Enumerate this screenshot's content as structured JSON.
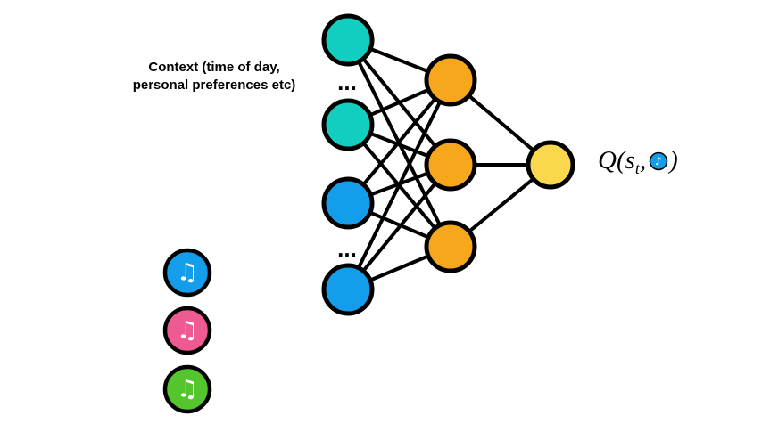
{
  "labels": {
    "context_line1": "Context (time of day,",
    "context_line2": "personal preferences etc)",
    "ellipsis": "...",
    "q_prefix": "Q(s",
    "q_subscript": "t",
    "q_comma": ",",
    "q_close": ")",
    "music_note": "♫",
    "small_music_note": "♪"
  },
  "colors": {
    "teal": "#12CEC1",
    "blue": "#149DEB",
    "orange": "#F6A71B",
    "yellow": "#F9D84D",
    "pink": "#EE5A92",
    "green": "#55C52E",
    "outline": "#000000",
    "note_white": "#FFFFFF"
  }
}
